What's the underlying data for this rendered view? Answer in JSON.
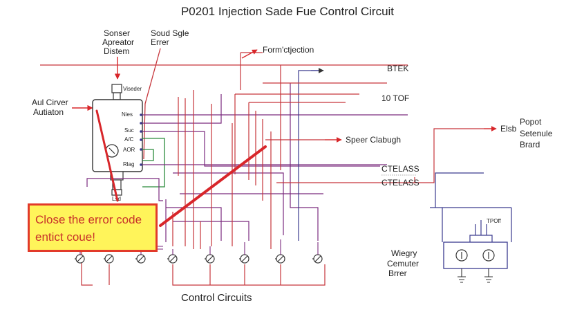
{
  "title": "P0201 Injection Sade Fue Control Circuit",
  "labels": {
    "sensor_block": [
      "Sonser",
      "Apreator",
      "Distem"
    ],
    "error_block": [
      "Soud Sgle",
      "Errer"
    ],
    "left_driver": [
      "Aul Cirver",
      "Autiaton"
    ],
    "form_injection": "Form'ctjection",
    "btek": "BTEK",
    "tof": "10 TOF",
    "speer": "Speer Clabugh",
    "elsb": "Elsb",
    "popot": [
      "Popot",
      "Setenule",
      "Brard"
    ],
    "ctelass_1": "CTELASS",
    "ctelass_2": "CTELASS",
    "viseder": "Viseder",
    "tpoff": "TPOff",
    "wiegry": [
      "Wiegry",
      "Cemuter",
      "Brrer"
    ],
    "control_circuits": "Control Circuits",
    "ecu_pins": [
      "Nies",
      "Suc",
      "A/C",
      "AOR",
      "Rlag"
    ],
    "lsd": "Lsd"
  },
  "callout": {
    "line1": "Close the error code",
    "line2": "entict coue!"
  },
  "colors": {
    "red": "#d8262a",
    "purple": "#7a2a7e",
    "navy": "#3a3a8e",
    "green": "#2a8a3a",
    "callout_bg": "#fff45a",
    "callout_text": "#c8322a"
  }
}
